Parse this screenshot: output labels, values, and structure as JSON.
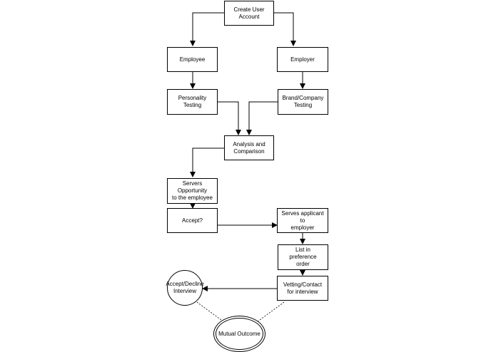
{
  "diagram": {
    "nodes": {
      "create_account": "Create User Account",
      "employee": "Employee",
      "employer": "Employer",
      "personality_testing": "Personality Testing",
      "brand_company_testing": "Brand/Company\nTesting",
      "analysis": "Analysis and\nComparison",
      "servers_opportunity": "Servers Opportunity\nto the employee",
      "accept": "Accept?",
      "serves_applicant": "Serves applicant to\nemployer",
      "list_preference": "List in preference\norder",
      "vetting": "Vetting/Contact\nfor interview",
      "accept_decline": "Accept/Decline\nInterview",
      "mutual_outcome": "Mutual Outcome"
    }
  }
}
